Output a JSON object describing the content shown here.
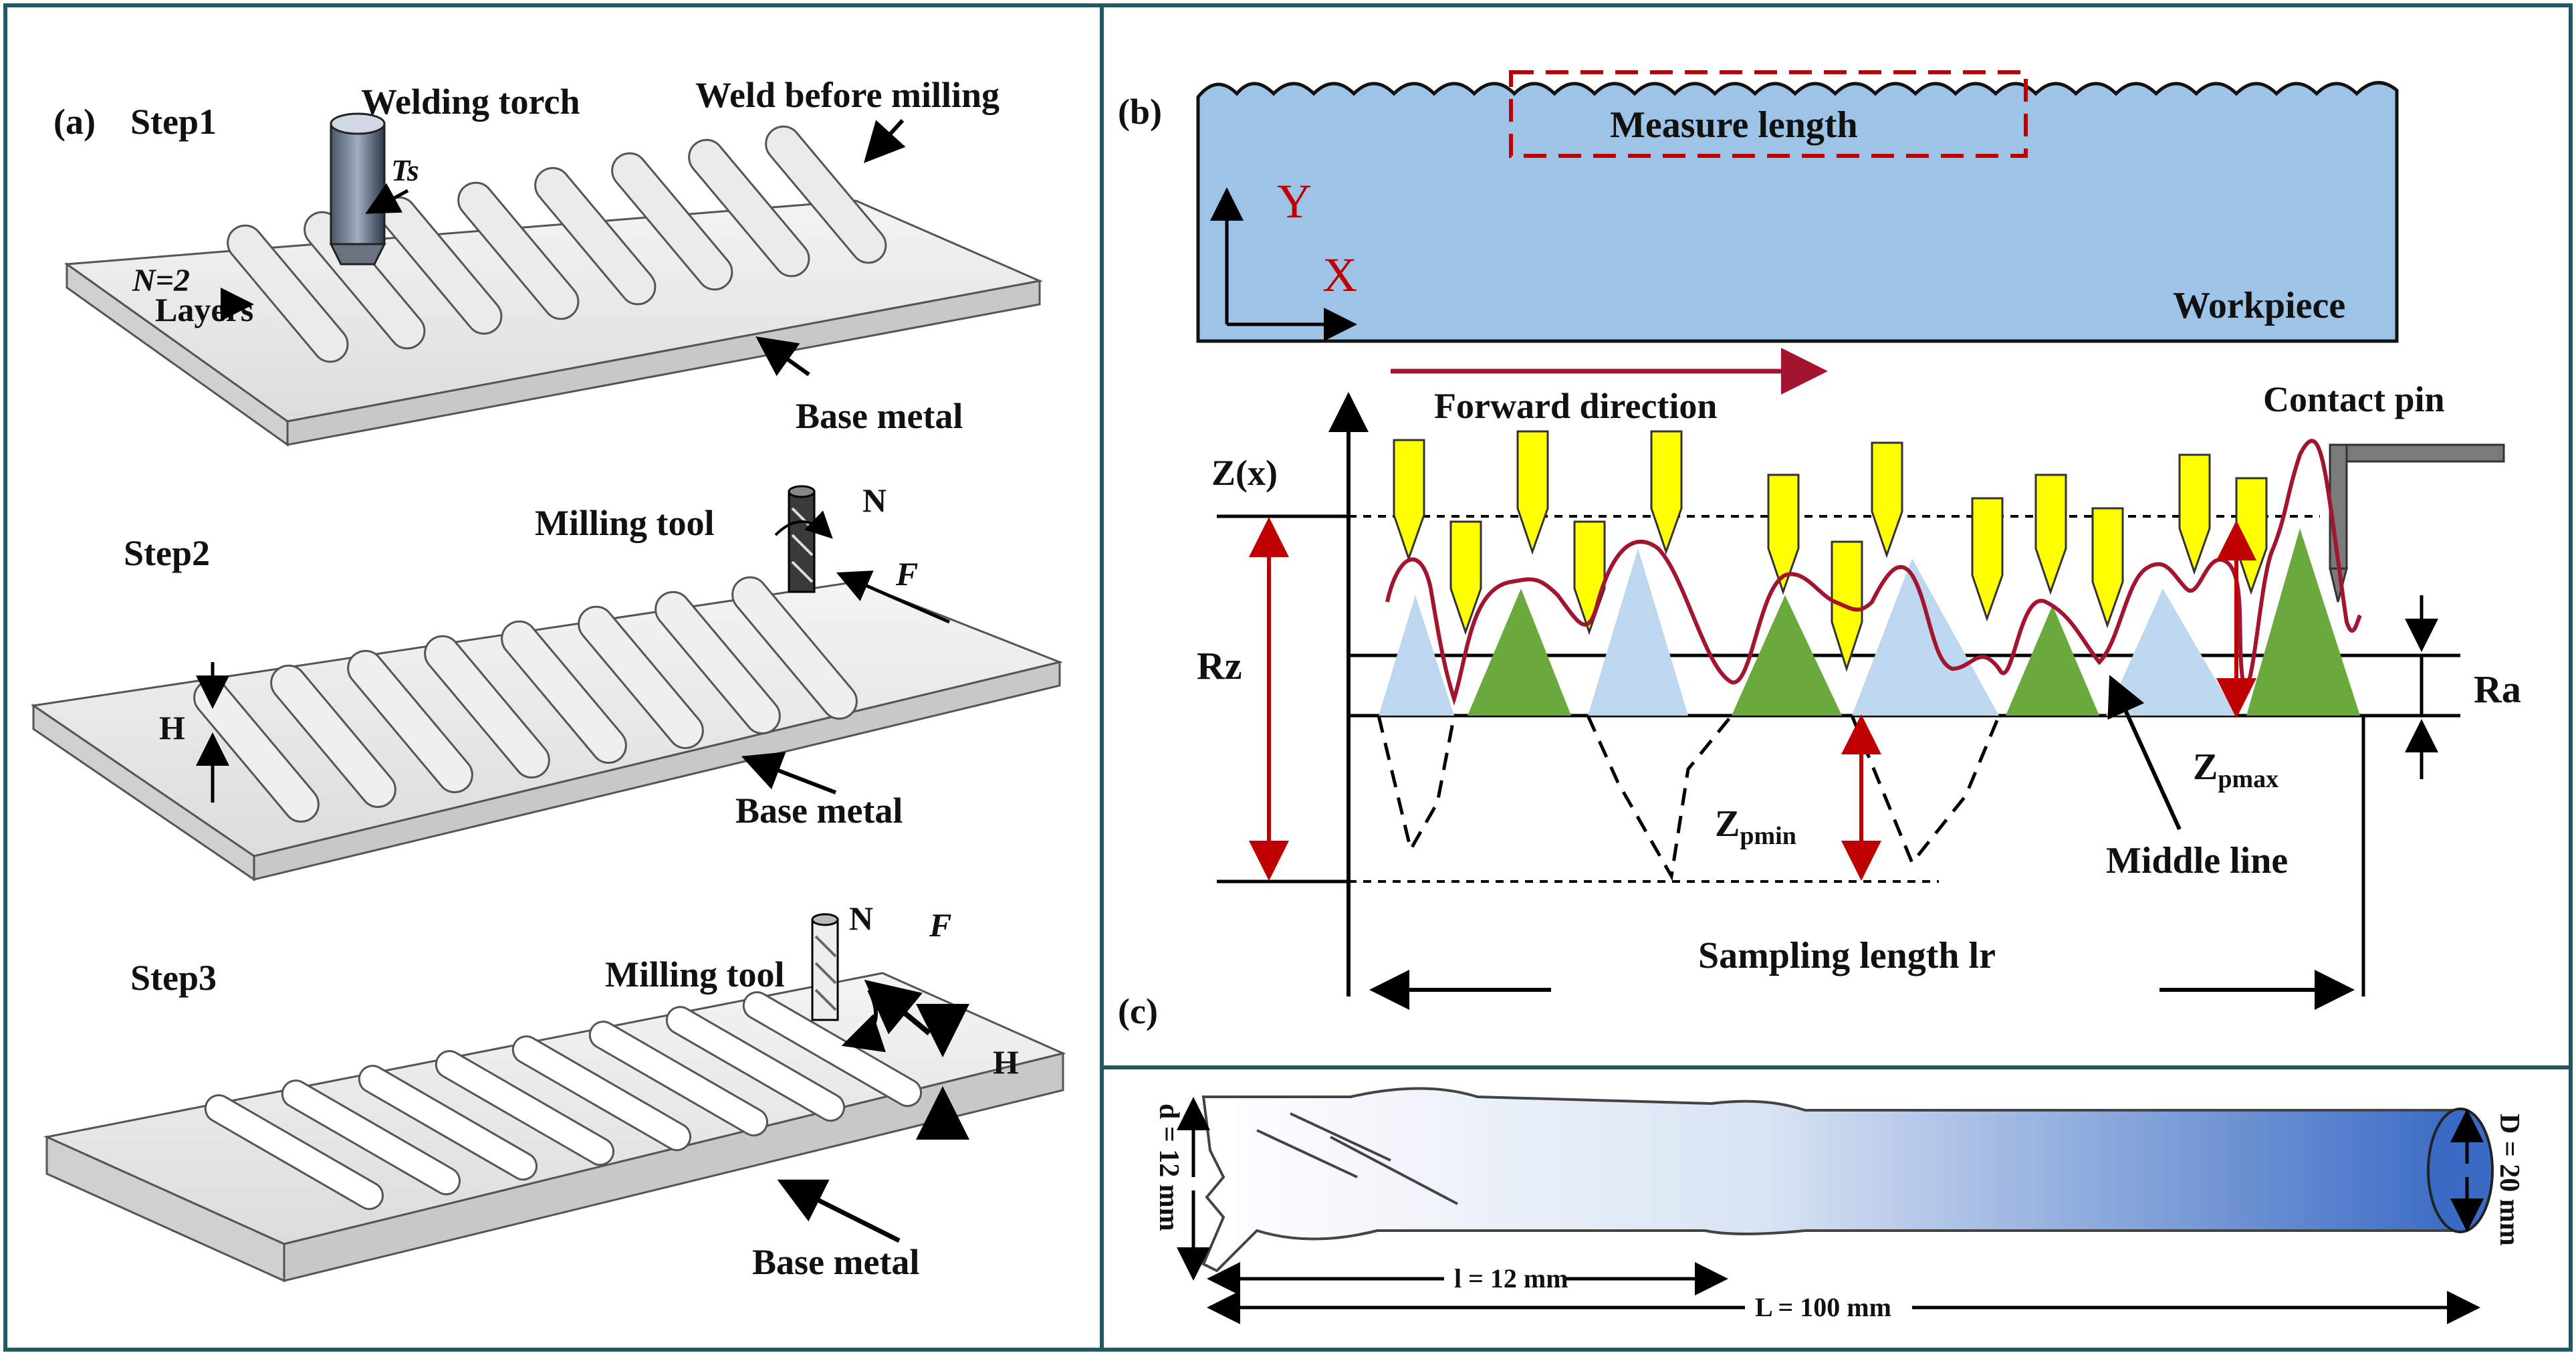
{
  "panels": {
    "a": {
      "tag": "(a)",
      "step1": {
        "title": "Step1",
        "welding_torch": "Welding torch",
        "ts": "Ts",
        "weld_before_milling": "Weld before milling",
        "n_layers": "N=2",
        "layers": "Layers",
        "base_metal": "Base metal"
      },
      "step2": {
        "title": "Step2",
        "milling_tool": "Milling tool",
        "n": "N",
        "f": "F",
        "h": "H",
        "base_metal": "Base metal"
      },
      "step3": {
        "title": "Step3",
        "milling_tool": "Milling tool",
        "n": "N",
        "f": "F",
        "h": "H",
        "base_metal": "Base metal"
      }
    },
    "b": {
      "tag": "(b)",
      "measure_length": "Measure length",
      "axis_y": "Y",
      "axis_x": "X",
      "workpiece": "Workpiece",
      "forward_direction": "Forward direction",
      "contact_pin": "Contact pin",
      "zx": "Z(x)",
      "rz": "Rz",
      "ra": "Ra",
      "z_pmin_main": "Z",
      "z_pmin_sub": "pmin",
      "z_pmax_main": "Z",
      "z_pmax_sub": "pmax",
      "middle_line": "Middle line",
      "sampling_length": "Sampling  length  lr"
    },
    "c": {
      "tag": "(c)",
      "d_small": "d = 12 mm",
      "d_big": "D = 20 mm",
      "l_small": "l = 12 mm",
      "l_big": "L = 100 mm"
    }
  },
  "colors": {
    "frame": "#1f5a63",
    "workpiece_fill": "#9dc3e6",
    "peak_green": "#6aaa3c",
    "peak_blue": "#bdd7ee",
    "pin_yellow": "#ffff00",
    "profile_red": "#a3152e",
    "arrow_red": "#c00000",
    "tool_blue": "#3a6bc4"
  }
}
